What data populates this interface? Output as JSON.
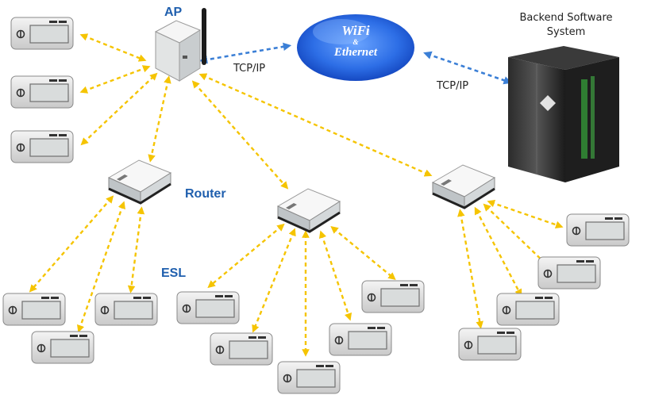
{
  "labels": {
    "ap": "AP",
    "router": "Router",
    "esl": "ESL",
    "tcpip_left": "TCP/IP",
    "tcpip_right": "TCP/IP",
    "backend_line1": "Backend Software",
    "backend_line2": "System"
  },
  "cloud": {
    "line1": "WiFi",
    "amp": "&",
    "line2": "Ethernet"
  },
  "colors": {
    "label_blue": "#1f5fae",
    "link_yellow": "#f5c400",
    "link_blue": "#3b7fd6",
    "cloud_blue": "#1456d8"
  },
  "icons": {
    "access_point": "access-point-icon",
    "router": "router-icon",
    "esl_tag": "esl-tag-icon",
    "server": "server-rack-icon",
    "cloud": "cloud-icon"
  }
}
